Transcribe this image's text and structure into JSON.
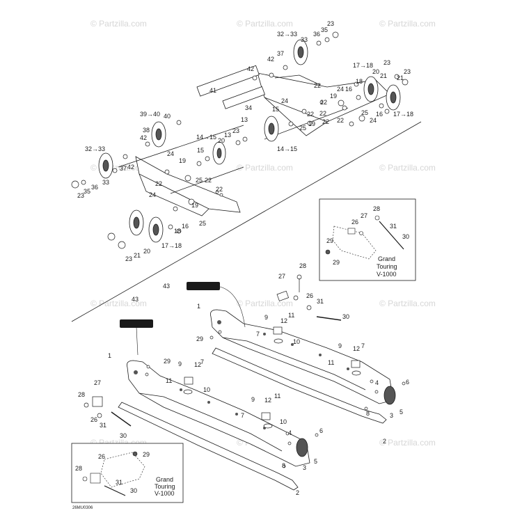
{
  "watermark": "© Partzilla.com",
  "diagram_code": "26MU0306",
  "inset_caption": [
    "Grand",
    "Touring",
    "V-1000"
  ],
  "callouts": {
    "c1": "23",
    "c2": "35",
    "c3": "36",
    "c4": "32→33",
    "c5": "33",
    "c6": "37",
    "c7": "42",
    "c8": "42",
    "c9": "41",
    "c10": "34",
    "c11": "22",
    "c12": "17→18",
    "c13": "20",
    "c14": "23",
    "c15": "21",
    "c16": "23",
    "c17": "21",
    "c18": "18",
    "c19": "24",
    "c20": "16",
    "c21": "19",
    "c22": "15",
    "c23": "24",
    "c24": "22",
    "c25": "22",
    "c26": "25",
    "c27": "19",
    "c28": "25",
    "c29": "24",
    "c30": "16",
    "c31": "17→18",
    "c32": "39→40",
    "c33": "40",
    "c34": "42",
    "c35": "38",
    "c36": "14→15",
    "c37": "13",
    "c38": "23",
    "c39": "20",
    "c40": "13",
    "c41": "14→15",
    "c42": "32→33",
    "c43": "37",
    "c44": "42",
    "c45": "33",
    "c46": "36",
    "c47": "35",
    "c48": "23",
    "c49": "24",
    "c50": "19",
    "c51": "15",
    "c52": "25",
    "c53": "22",
    "c54": "22",
    "c55": "22",
    "c56": "22",
    "c57": "24",
    "c58": "19",
    "c59": "18",
    "c60": "16",
    "c61": "25",
    "c62": "20",
    "c63": "17→18",
    "c64": "23",
    "c65": "21",
    "i1": "28",
    "i2": "27",
    "i3": "26",
    "i4": "31",
    "i5": "29",
    "i6": "29",
    "i7": "30",
    "d1": "28",
    "d2": "27",
    "d3": "26",
    "d4": "31",
    "d5": "43",
    "d6": "1",
    "d7": "30",
    "d8": "29",
    "d9": "9",
    "d10": "11",
    "d11": "12",
    "d12": "7",
    "d13": "10",
    "d14": "9",
    "d15": "12",
    "d16": "11",
    "d17": "7",
    "d18": "43",
    "d19": "1",
    "d20": "29",
    "d21": "9",
    "d22": "12",
    "d23": "7",
    "d24": "11",
    "d25": "10",
    "d26": "28",
    "d27": "27",
    "d28": "26",
    "d29": "31",
    "d30": "30",
    "d31": "4",
    "d32": "6",
    "d33": "8",
    "d34": "3",
    "d35": "5",
    "d36": "2",
    "d37": "9",
    "d38": "12",
    "d39": "11",
    "d40": "7",
    "d41": "10",
    "d42": "4",
    "d43": "6",
    "d44": "8",
    "d45": "3",
    "d46": "5",
    "d47": "2",
    "j1": "28",
    "j2": "26",
    "j3": "29",
    "j4": "31",
    "j5": "30"
  },
  "colors": {
    "ink": "#1a1a1a",
    "rail": "#ffffff",
    "watermark": "#d6d6d6"
  }
}
